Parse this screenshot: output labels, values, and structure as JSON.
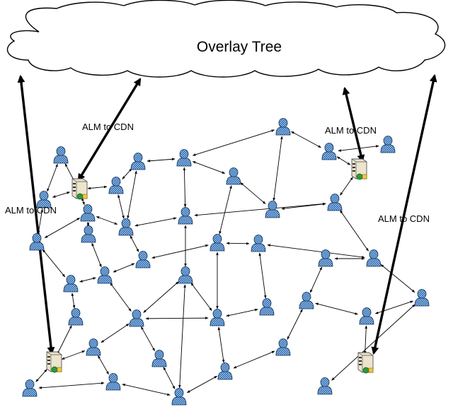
{
  "cloud": {
    "title": "Overlay Tree"
  },
  "alm_labels": [
    "ALM to CDN",
    "ALM to CDN",
    "ALM to CDN",
    "ALM to CDN"
  ],
  "colors": {
    "user_fill": "#1f5fa8",
    "user_check": "#a9c8ea",
    "server_body": "#e9e1c8",
    "edge": "#000000"
  }
}
